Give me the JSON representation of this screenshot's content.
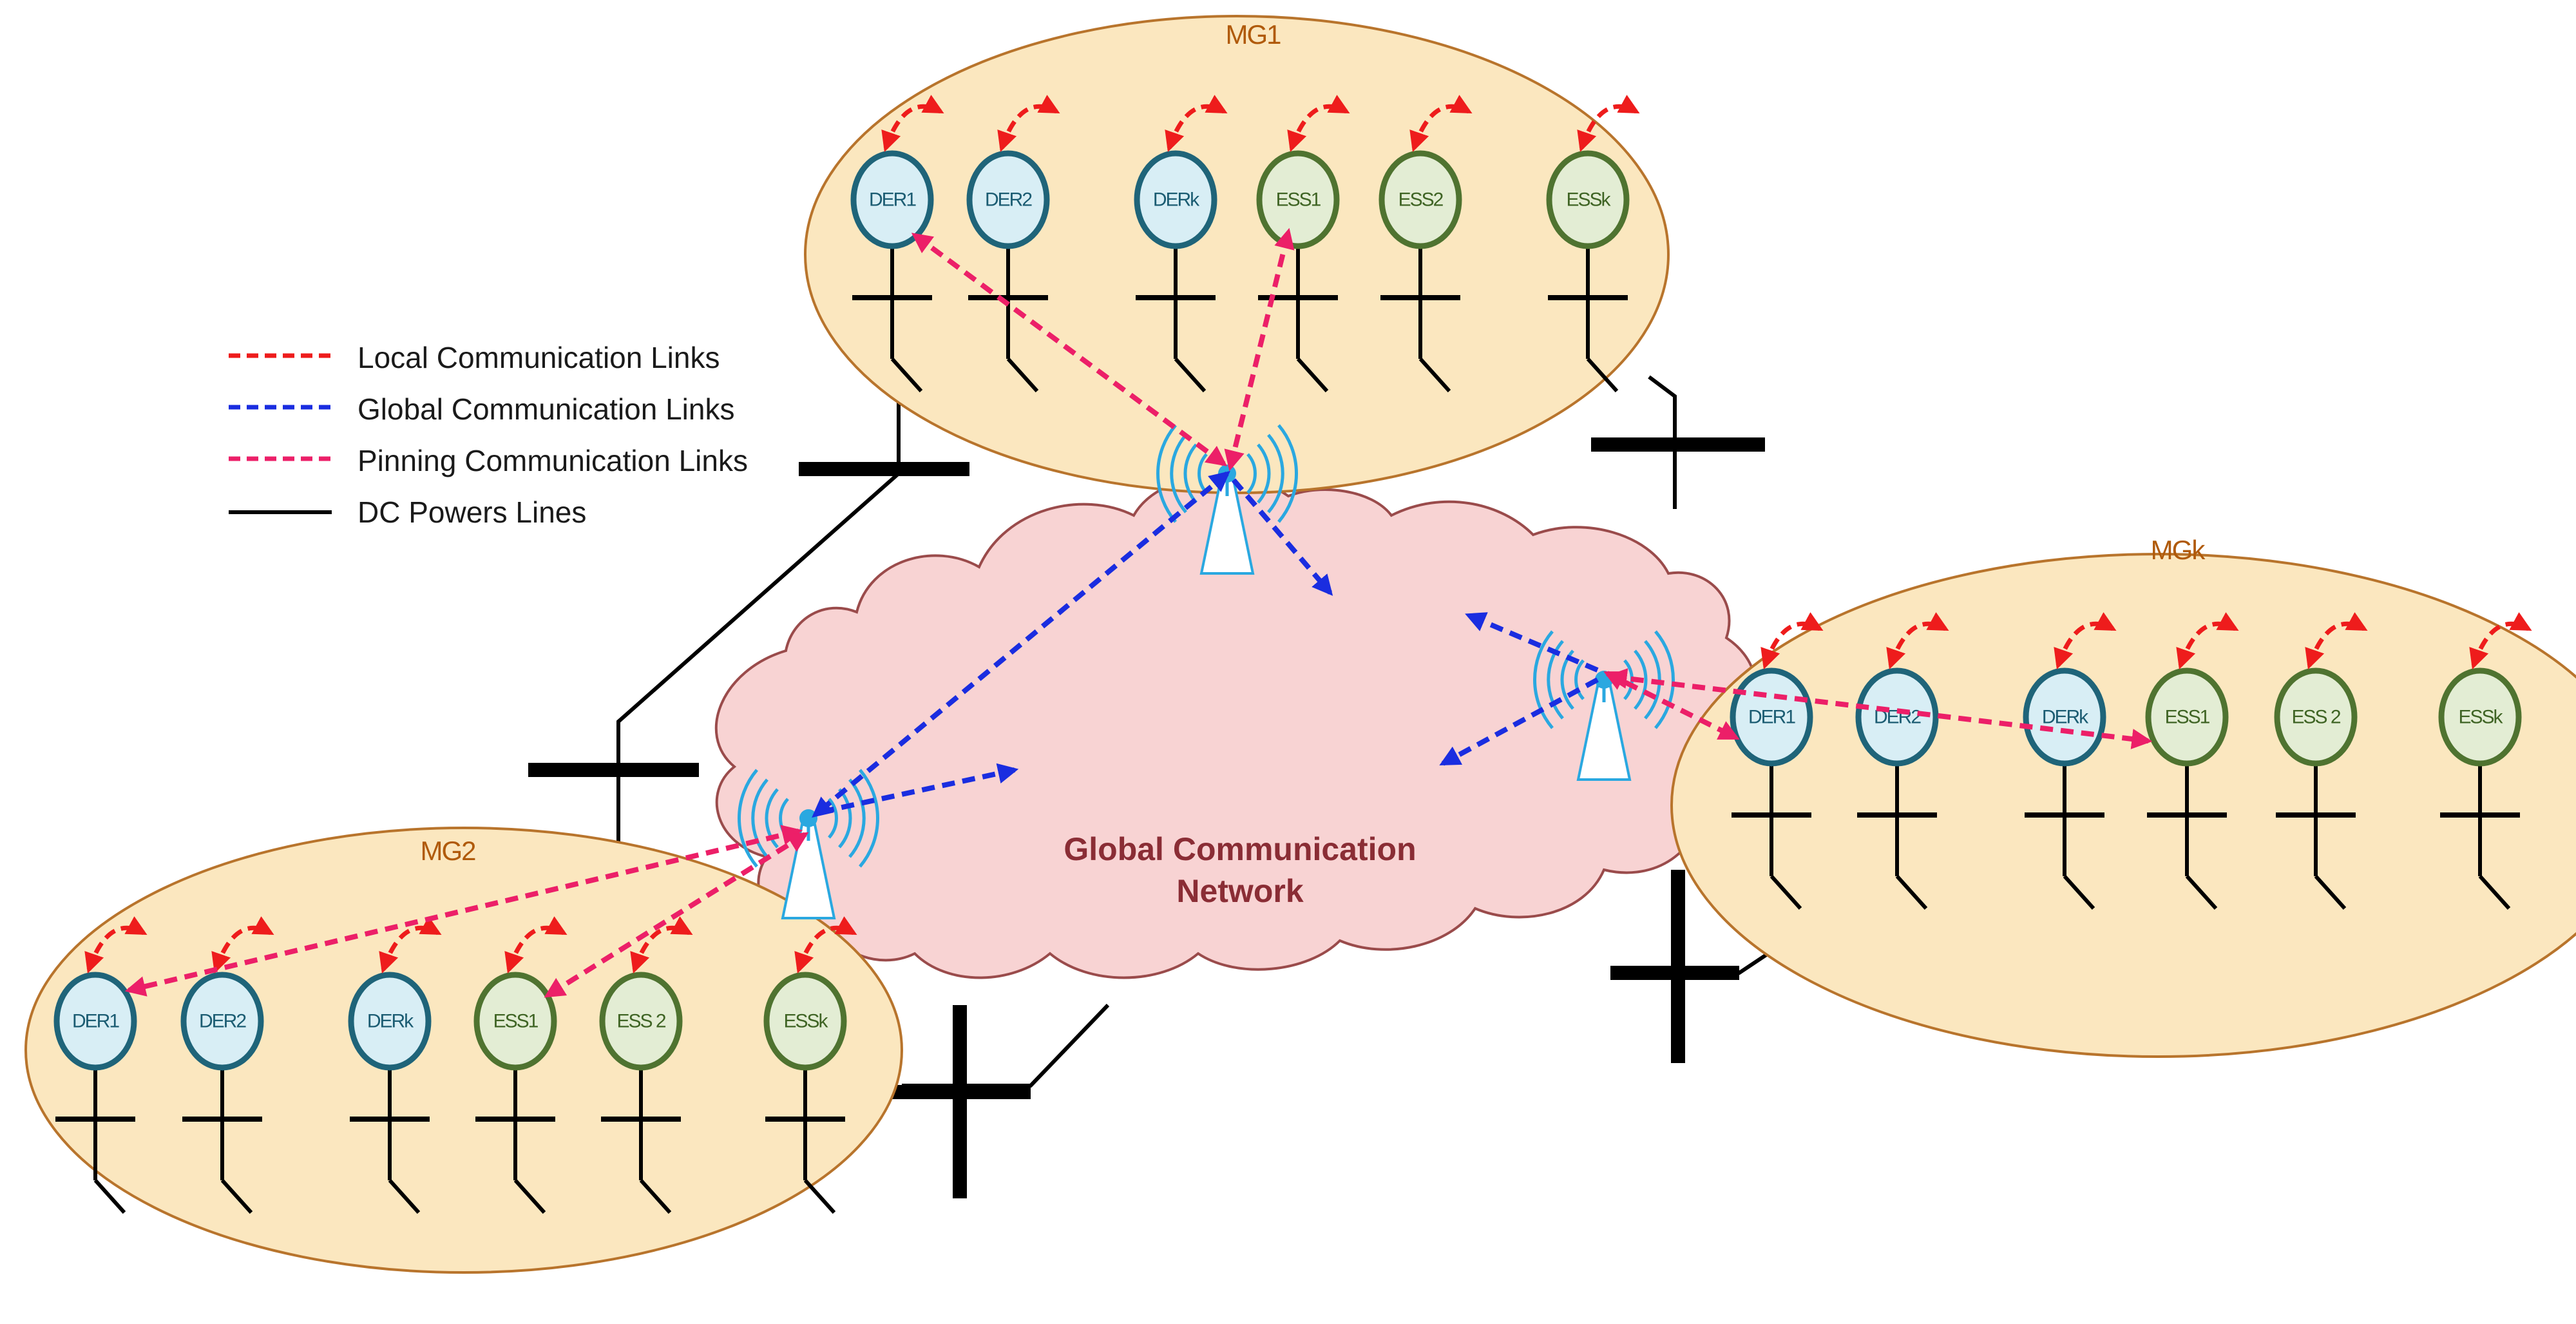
{
  "colors": {
    "mg_fill": "#fbe7bf",
    "mg_stroke": "#b8742c",
    "cloud_fill": "#f8d3d3",
    "cloud_stroke": "#9a4b4b",
    "der_fill": "#d8eef5",
    "der_stroke": "#1f6479",
    "ess_fill": "#e3edd4",
    "ess_stroke": "#4f7330",
    "local_link": "#ee1c1c",
    "global_link": "#1a2de0",
    "pinning_link": "#ec1f68",
    "dc_line": "#000000",
    "tower": "#2aa8e0"
  },
  "legend": [
    {
      "label": "Local Communication Links",
      "style": "local"
    },
    {
      "label": "Global Communication Links",
      "style": "global"
    },
    {
      "label": "Pinning Communication Links",
      "style": "pinning"
    },
    {
      "label": "DC Powers Lines",
      "style": "dc"
    }
  ],
  "network": {
    "line1": "Global Communication",
    "line2": "Network"
  },
  "microgrids": [
    {
      "id": "mg1",
      "label": "MG1",
      "nodes": [
        "DER1",
        "DER2",
        "DERk",
        "ESS1",
        "ESS2",
        "ESSk"
      ]
    },
    {
      "id": "mg2",
      "label": "MG2",
      "nodes": [
        "DER1",
        "DER2",
        "DERk",
        "ESS1",
        "ESS 2",
        "ESSk"
      ]
    },
    {
      "id": "mgk",
      "label": "MGk",
      "nodes": [
        "DER1",
        "DER2",
        "DERk",
        "ESS1",
        "ESS 2",
        "ESSk"
      ]
    }
  ]
}
